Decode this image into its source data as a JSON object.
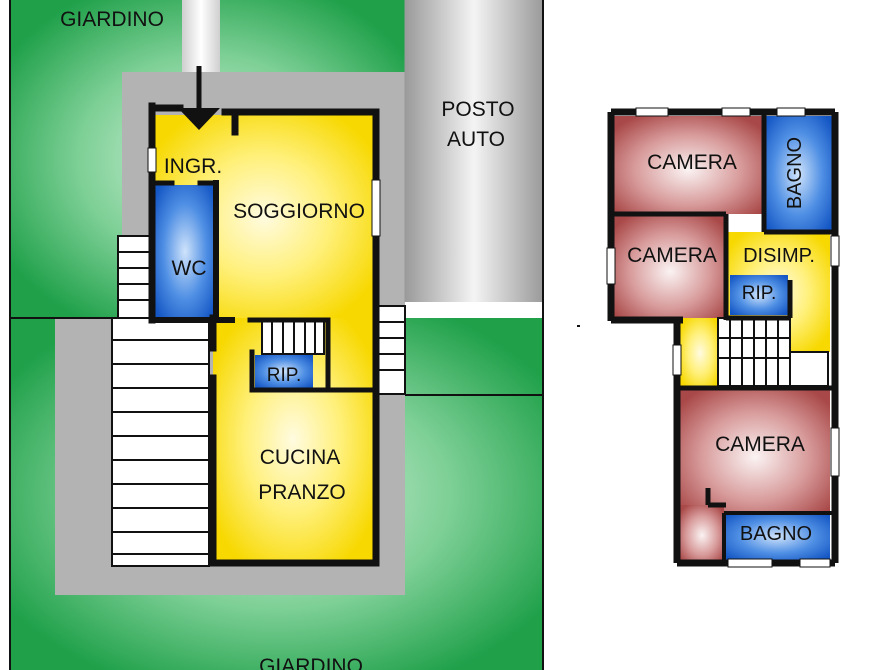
{
  "colors": {
    "garden": "#2fae57",
    "garden_light": "#a8e2b8",
    "paving": "#b4b4b4",
    "parking": "#c9c9c9",
    "living": "#ffe51a",
    "living_light": "#fff3a3",
    "bath": "#1f6fd6",
    "bath_light": "#7fb3f2",
    "bedroom": "#b55c5c",
    "bedroom_light": "#f0d9d9",
    "wall": "#111111"
  },
  "ground_floor": {
    "garden_top": "GIARDINO",
    "garden_bottom": "GIARDINO",
    "parking_line1": "POSTO",
    "parking_line2": "AUTO",
    "entrance": "INGR.",
    "living_room": "SOGGIORNO",
    "wc": "WC",
    "storage": "RIP.",
    "kitchen_line1": "CUCINA",
    "kitchen_line2": "PRANZO"
  },
  "first_floor": {
    "bedroom_top": "CAMERA",
    "bathroom_top": "BAGNO",
    "bedroom_middle": "CAMERA",
    "landing": "DISIMP.",
    "storage": "RIP.",
    "bedroom_bottom": "CAMERA",
    "bathroom_bottom": "BAGNO"
  },
  "icons": {
    "entrance_arrow": "arrow-down-icon"
  }
}
